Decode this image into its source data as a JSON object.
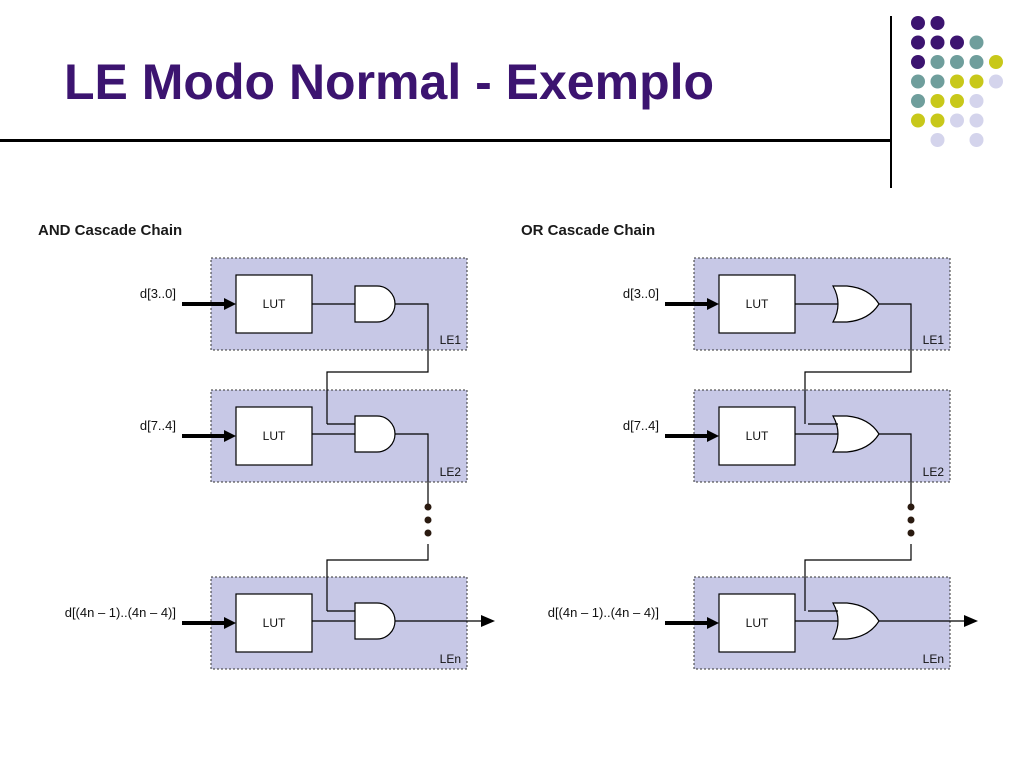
{
  "slide": {
    "title": "LE Modo Normal - Exemplo"
  },
  "colors": {
    "title": "#3c1470",
    "le_fill": "#c7c8e6",
    "dot_purple": "#3c1470",
    "dot_teal": "#6f9e9c",
    "dot_yellow": "#c8c81a",
    "dot_lavender": "#d4d4ec"
  },
  "decoration_dots": [
    [
      "purple",
      "purple",
      "empty",
      "empty",
      "empty"
    ],
    [
      "purple",
      "purple",
      "purple",
      "teal",
      "empty"
    ],
    [
      "purple",
      "teal",
      "teal",
      "teal",
      "yellow"
    ],
    [
      "teal",
      "teal",
      "yellow",
      "yellow",
      "lavender"
    ],
    [
      "teal",
      "yellow",
      "yellow",
      "lavender",
      "empty"
    ],
    [
      "yellow",
      "yellow",
      "lavender",
      "lavender",
      "empty"
    ],
    [
      "empty",
      "lavender",
      "empty",
      "lavender",
      "empty"
    ]
  ],
  "diagrams": {
    "and_chain": {
      "title": "AND Cascade Chain",
      "gate": "and",
      "lut_label": "LUT",
      "inputs": [
        "d[3..0]",
        "d[7..4]",
        "d[(4n – 1)..(4n – 4)]"
      ],
      "element_labels": [
        "LE1",
        "LE2",
        "LEn"
      ]
    },
    "or_chain": {
      "title": "OR Cascade Chain",
      "gate": "or",
      "lut_label": "LUT",
      "inputs": [
        "d[3..0]",
        "d[7..4]",
        "d[(4n – 1)..(4n – 4)]"
      ],
      "element_labels": [
        "LE1",
        "LE2",
        "LEn"
      ]
    }
  }
}
